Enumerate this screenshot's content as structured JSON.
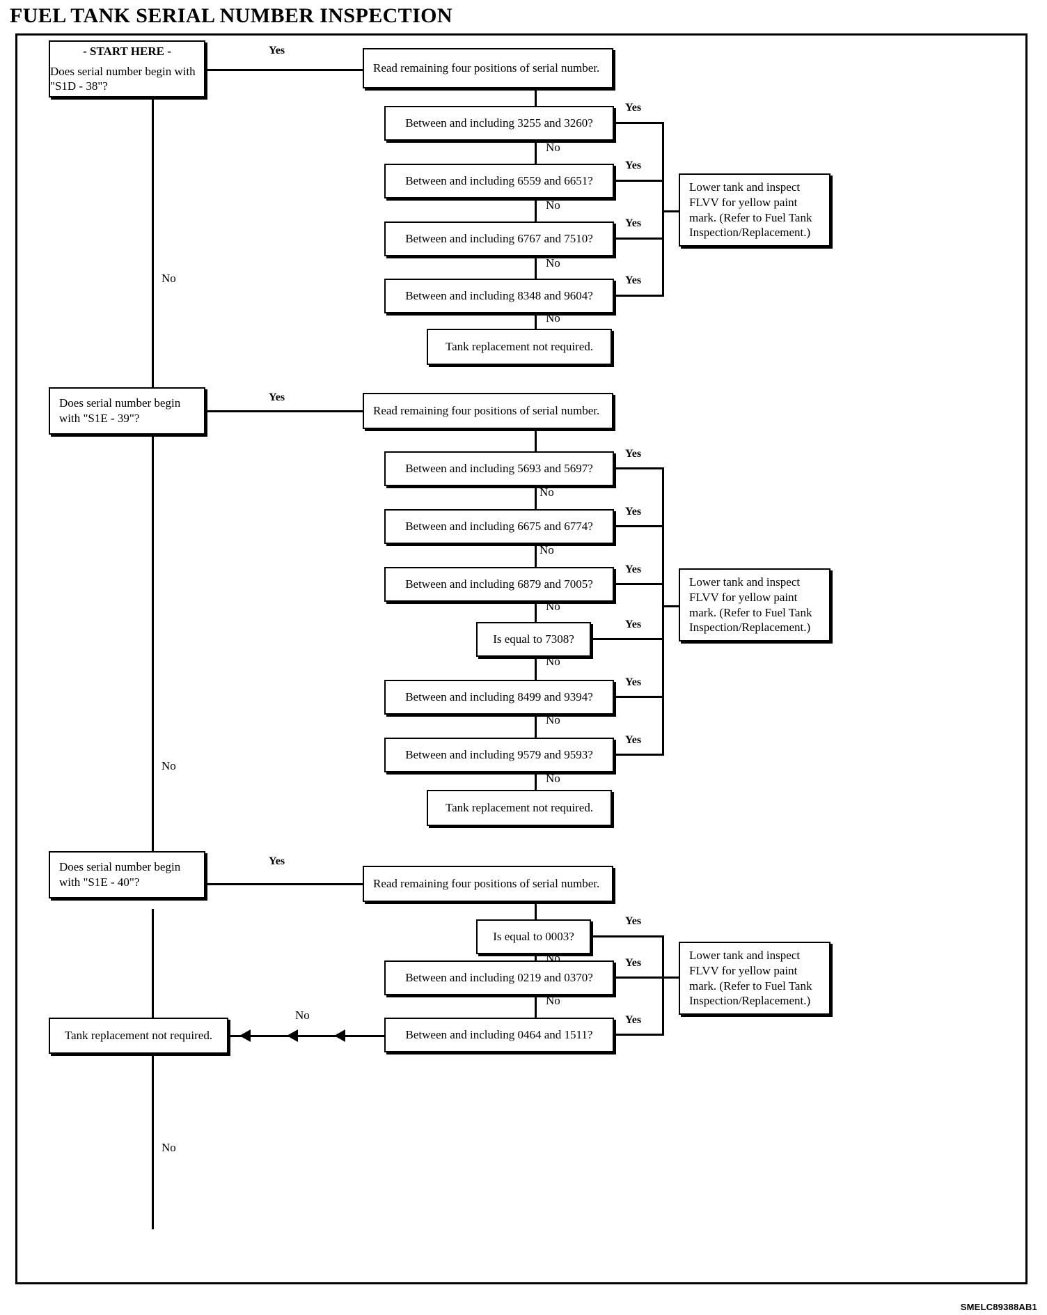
{
  "title": "FUEL TANK SERIAL NUMBER INSPECTION",
  "footer_code": "SMELC89388AB1",
  "labels": {
    "yes": "Yes",
    "no": "No"
  },
  "common": {
    "read_remaining": "Read remaining four positions of serial number.",
    "lower_tank": "Lower tank and inspect FLVV for yellow paint mark.  (Refer to Fuel Tank Inspection/Replacement.)",
    "tank_ok": "Tank replacement not required."
  },
  "section_1": {
    "start_header": "- START HERE -",
    "start_question": "Does serial number begin with \"S1D - 38\"?",
    "read_box": "Read remaining four positions of serial number.",
    "decisions": [
      "Between and including 3255 and 3260?",
      "Between and including 6559 and 6651?",
      "Between and including 6767 and 7510?",
      "Between and including 8348 and 9604?"
    ],
    "terminal": "Tank replacement not required.",
    "action": "Lower tank and inspect FLVV for yellow paint mark.  (Refer to Fuel Tank Inspection/Replacement.)"
  },
  "section_2": {
    "question": "Does serial number begin with \"S1E - 39\"?",
    "read_box": "Read remaining four positions of serial number.",
    "decisions": [
      "Between and including 5693 and 5697?",
      "Between and including 6675 and 6774?",
      "Between and including 6879 and 7005?",
      "Is equal to 7308?",
      "Between and including 8499 and 9394?",
      "Between and including 9579 and 9593?"
    ],
    "terminal": "Tank replacement not required.",
    "action": "Lower tank and inspect FLVV for yellow paint mark.  (Refer to Fuel Tank Inspection/Replacement.)"
  },
  "section_3": {
    "question": "Does serial number begin with \"S1E - 40\"?",
    "read_box": "Read remaining four positions of serial number.",
    "decisions": [
      "Is equal to 0003?",
      "Between and including 0219 and 0370?",
      "Between and including 0464 and 1511?"
    ],
    "terminal": "Tank replacement not required.",
    "action": "Lower tank and inspect FLVV for yellow paint mark.  (Refer to Fuel Tank Inspection/Replacement.)"
  }
}
